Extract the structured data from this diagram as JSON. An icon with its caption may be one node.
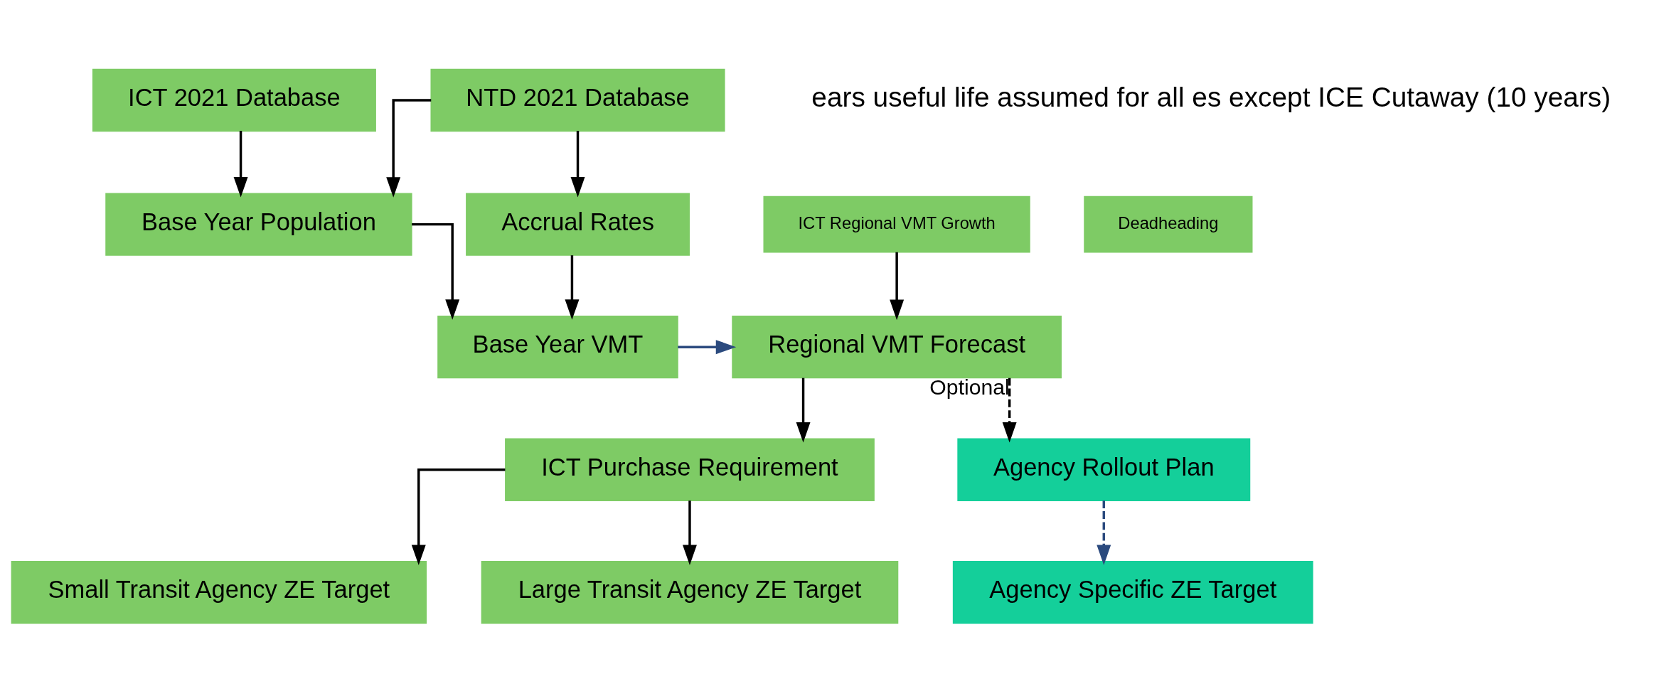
{
  "diagram": {
    "nodes": [
      {
        "text": [
          "ICT 2021 Database"
        ]
      },
      {
        "text": [
          "NTD 2021 Database"
        ]
      },
      {
        "text": [
          "Base Year Population"
        ]
      },
      {
        "text": [
          "Accrual Rates"
        ]
      },
      {
        "text": [
          "Deadheading"
        ]
      },
      {
        "text": [
          "ICT Regional VMT Growth"
        ]
      },
      {
        "text": [
          "Base Year VMT"
        ]
      },
      {
        "text": [
          "Regional VMT Forecast"
        ]
      },
      {
        "text": [
          "ICT Purchase Requirement"
        ]
      },
      {
        "text": [
          "Agency Rollout Plan"
        ]
      },
      {
        "text": [
          "Small Transit Agency ZE Target"
        ]
      },
      {
        "text": [
          "Large Transit Agency ZE Target"
        ]
      },
      {
        "text": [
          "Agency Specific ZE Target"
        ]
      }
    ],
    "edges": [
      {
        "from": 0,
        "to": 2,
        "arrow": "to"
      },
      {
        "from": 1,
        "to": 2,
        "arrow": "to"
      },
      {
        "from": 1,
        "to": 3,
        "arrow": "to"
      },
      {
        "from": 2,
        "to": 6,
        "arrow": "to"
      },
      {
        "from": 3,
        "to": 6,
        "arrow": "to"
      },
      {
        "from": 6,
        "to": 7,
        "arrow": "to",
        "color": "#2b4a7e"
      },
      {
        "from": 5,
        "to": 7,
        "arrow": "to"
      },
      {
        "from": 7,
        "to": 8,
        "arrow": "to"
      },
      {
        "from": 7,
        "to": 9,
        "arrow": "to",
        "style": "dashed",
        "label": "Optional"
      },
      {
        "from": 8,
        "to": 10,
        "arrow": "to"
      },
      {
        "from": 8,
        "to": 11,
        "arrow": "to"
      },
      {
        "from": 9,
        "to": 12,
        "arrow": "to",
        "style": "dashed",
        "color": "#2b4a7e"
      }
    ],
    "labels": [
      "ears useful life assumed for all es except ICE Cutaway (10 years)"
    ]
  }
}
